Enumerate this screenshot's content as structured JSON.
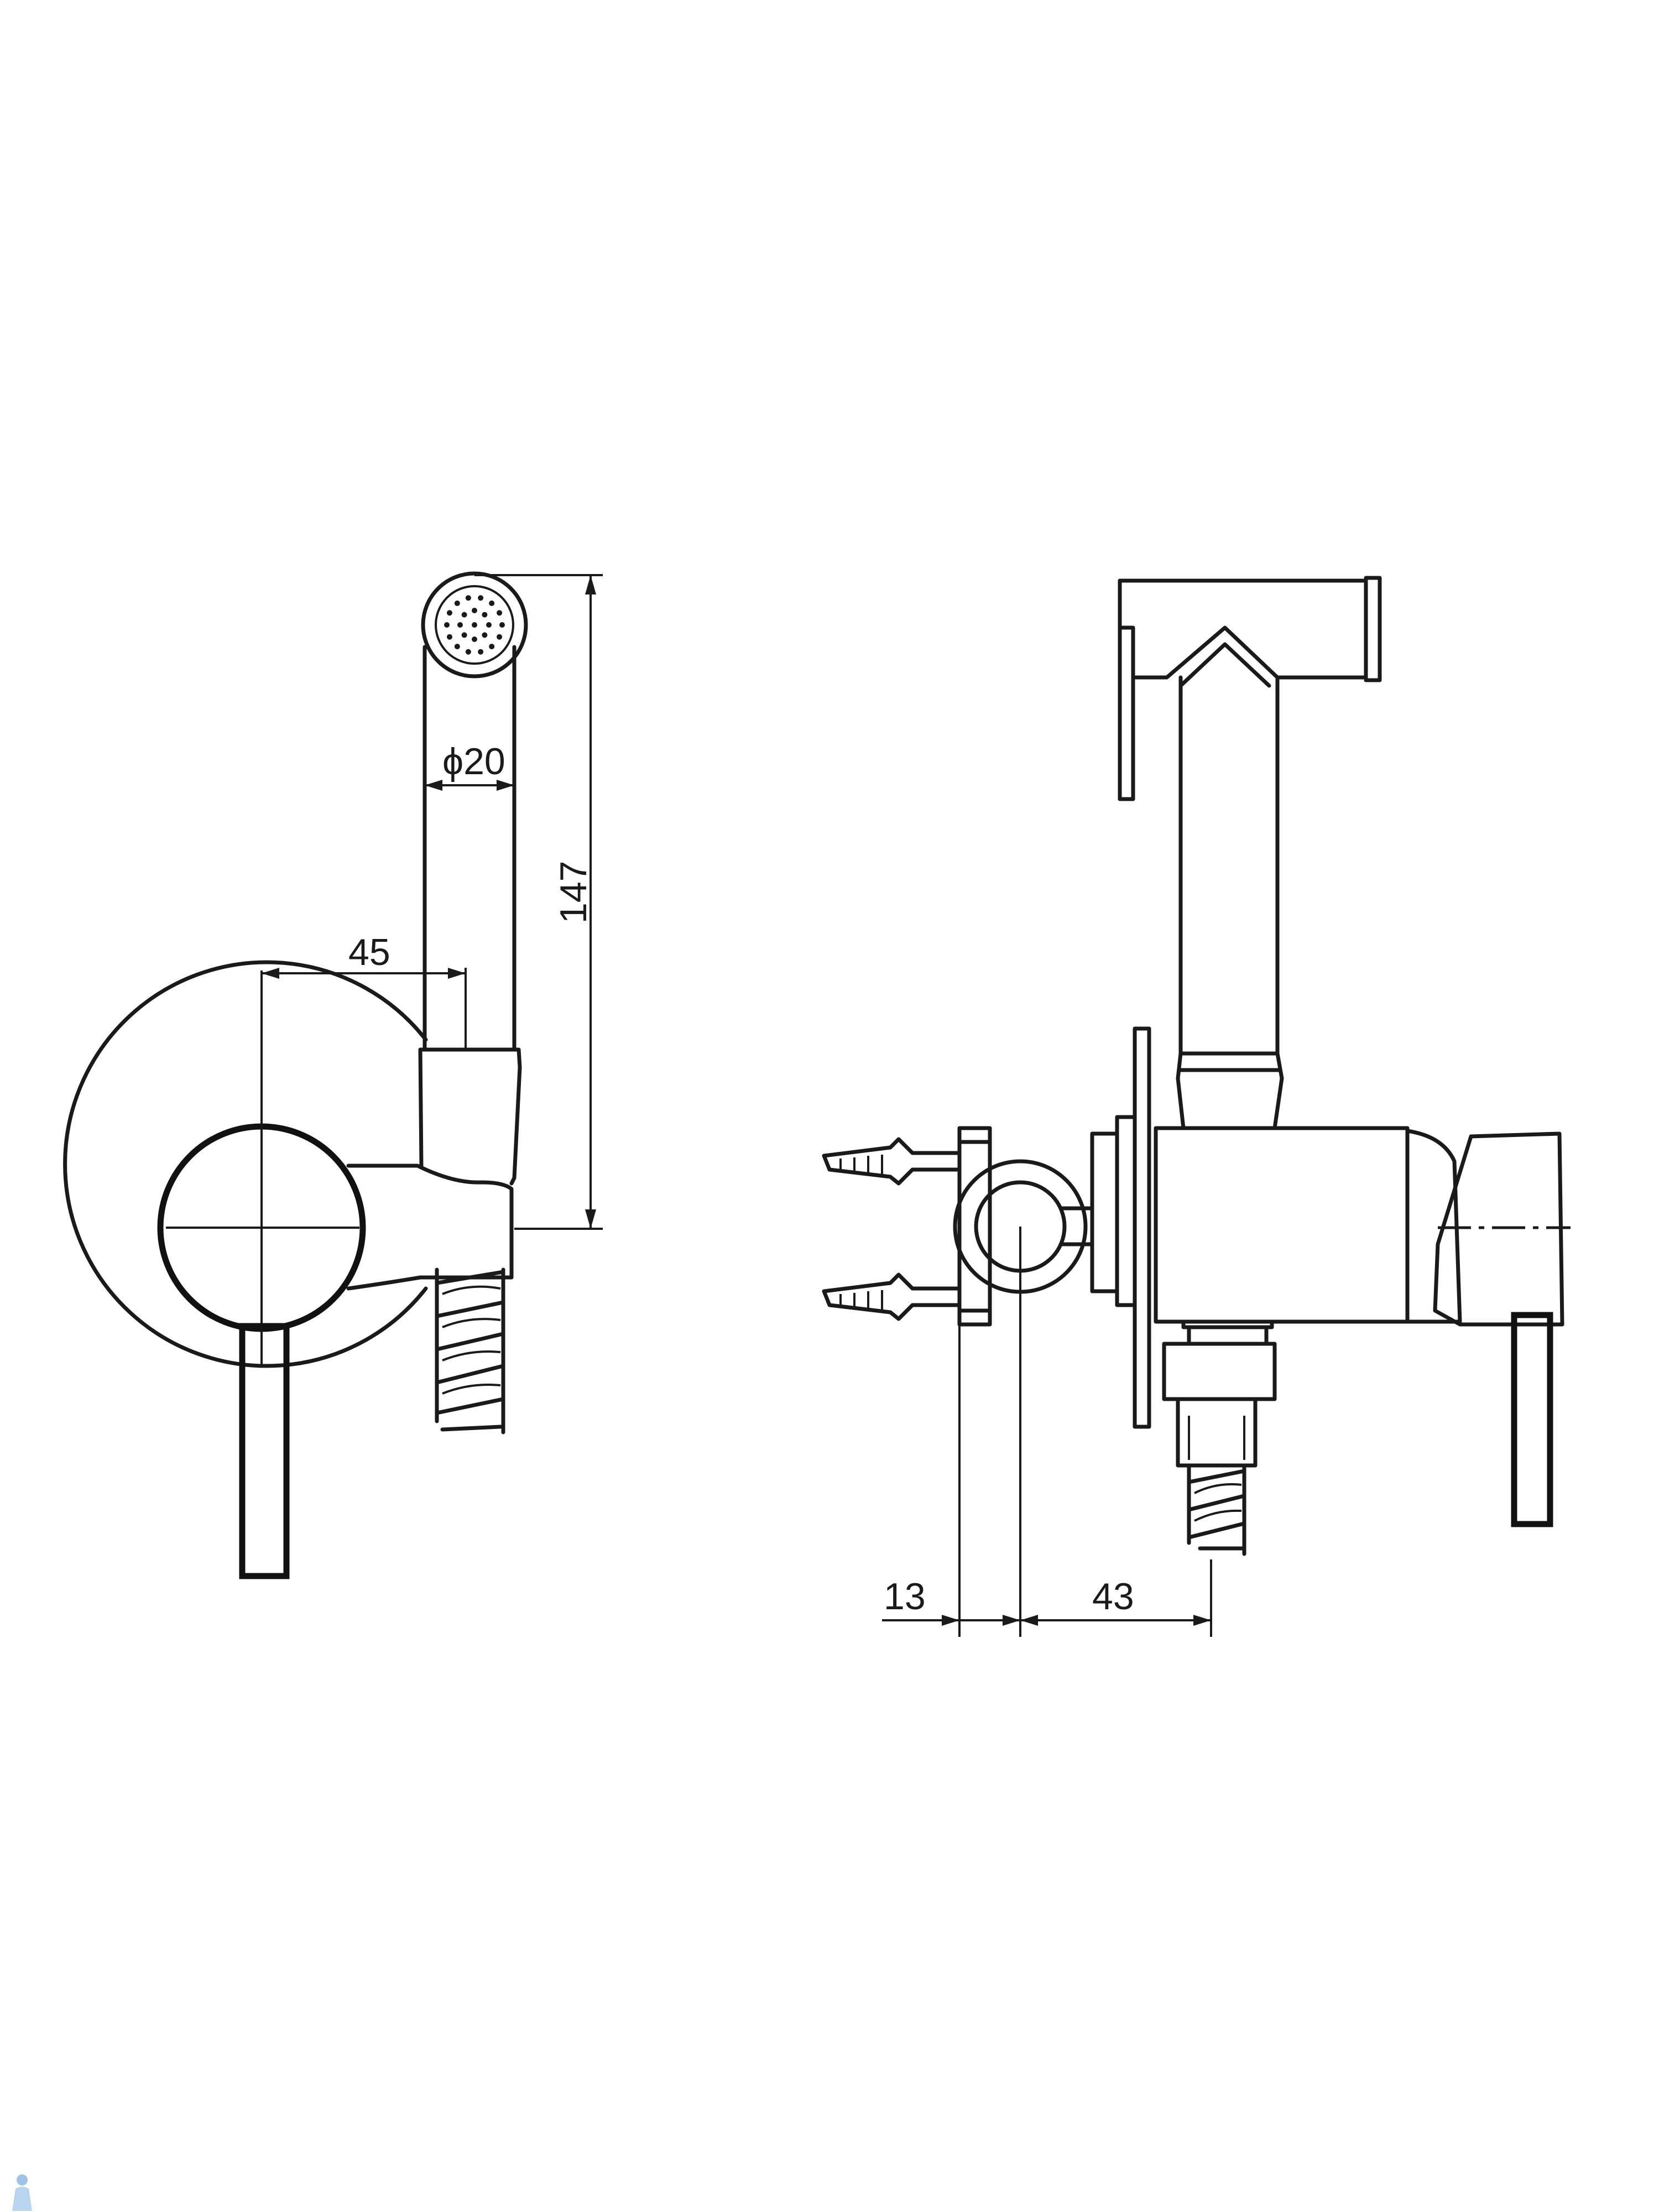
{
  "dimensions": {
    "spray_diameter": "ϕ20",
    "total_height": "147",
    "lever_offset": "45",
    "wall_depth": "13",
    "body_depth": "43"
  },
  "colors": {
    "line": "#1a1a1a",
    "background": "#ffffff"
  }
}
